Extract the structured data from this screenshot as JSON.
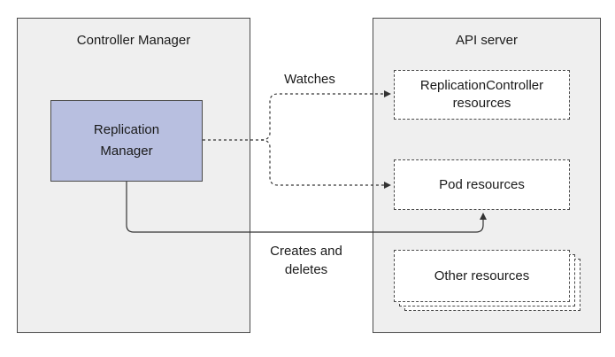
{
  "controller_manager": {
    "title": "Controller Manager"
  },
  "replication_manager": {
    "line1": "Replication",
    "line2": "Manager",
    "fill": "#b8bfe0"
  },
  "api_server": {
    "title": "API server"
  },
  "resources": {
    "rc_line1": "ReplicationController",
    "rc_line2": "resources",
    "pod": "Pod resources",
    "other": "Other resources"
  },
  "edges": {
    "watches": "Watches",
    "creates_line1": "Creates and",
    "creates_line2": "deletes"
  }
}
